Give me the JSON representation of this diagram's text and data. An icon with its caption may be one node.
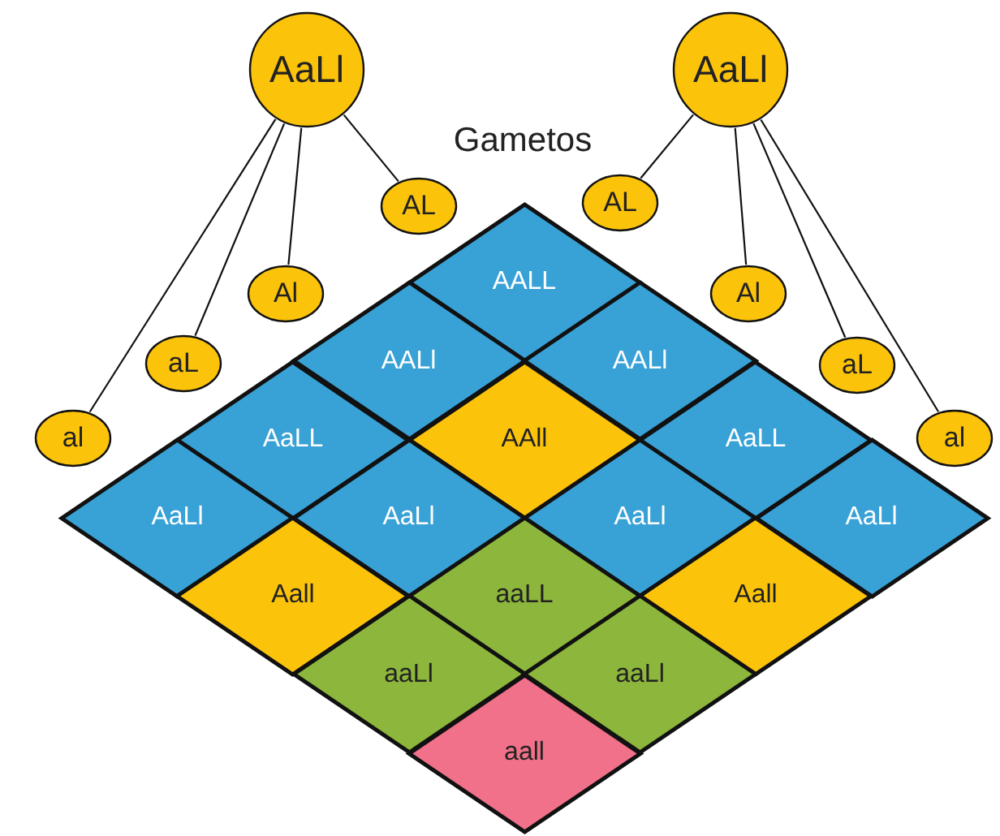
{
  "diagram": {
    "title": "Gametos",
    "nodes": [
      {
        "text": [
          "AaLl"
        ]
      },
      {
        "text": [
          "AaLl"
        ]
      },
      {
        "text": [
          "AL"
        ]
      },
      {
        "text": [
          "Al"
        ]
      },
      {
        "text": [
          "aL"
        ]
      },
      {
        "text": [
          "al"
        ]
      },
      {
        "text": [
          "AL"
        ]
      },
      {
        "text": [
          "Al"
        ]
      },
      {
        "text": [
          "aL"
        ]
      },
      {
        "text": [
          "al"
        ]
      },
      {
        "text": [
          "AALL"
        ]
      },
      {
        "text": [
          "AALl"
        ]
      },
      {
        "text": [
          "AALl"
        ]
      },
      {
        "text": [
          "AaLL"
        ]
      },
      {
        "text": [
          "AAll"
        ]
      },
      {
        "text": [
          "AaLL"
        ]
      },
      {
        "text": [
          "AaLl"
        ]
      },
      {
        "text": [
          "AaLl"
        ]
      },
      {
        "text": [
          "AaLl"
        ]
      },
      {
        "text": [
          "AaLl"
        ]
      },
      {
        "text": [
          "Aall"
        ]
      },
      {
        "text": [
          "aaLL"
        ]
      },
      {
        "text": [
          "Aall"
        ]
      },
      {
        "text": [
          "aaLl"
        ]
      },
      {
        "text": [
          "aaLl"
        ]
      },
      {
        "text": [
          "aall"
        ]
      }
    ],
    "edges": [
      {
        "from": 0,
        "to": 2,
        "arrow": "none"
      },
      {
        "from": 0,
        "to": 3,
        "arrow": "none"
      },
      {
        "from": 0,
        "to": 4,
        "arrow": "none"
      },
      {
        "from": 0,
        "to": 5,
        "arrow": "none"
      },
      {
        "from": 1,
        "to": 6,
        "arrow": "none"
      },
      {
        "from": 1,
        "to": 7,
        "arrow": "none"
      },
      {
        "from": 1,
        "to": 8,
        "arrow": "none"
      },
      {
        "from": 1,
        "to": 9,
        "arrow": "none"
      }
    ]
  }
}
